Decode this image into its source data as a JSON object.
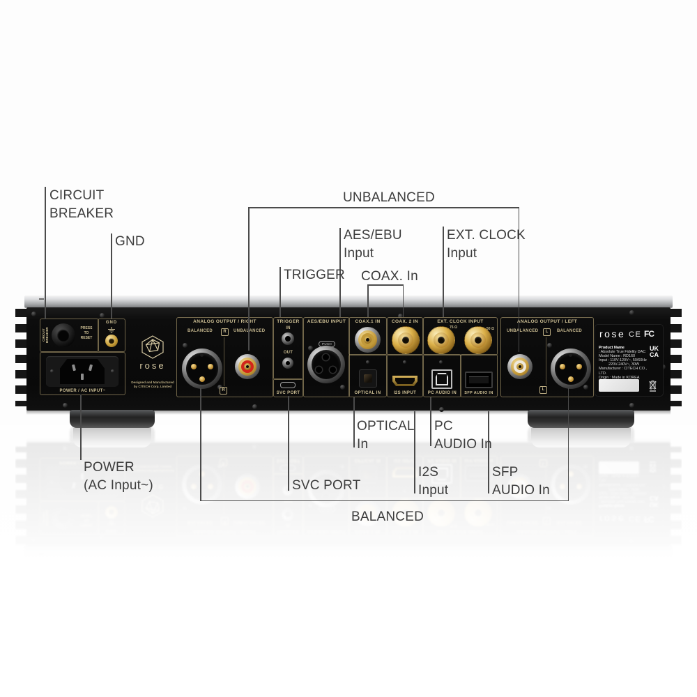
{
  "callouts": {
    "circuit_breaker": "CIRCUIT\nBREAKER",
    "gnd": "GND",
    "unbalanced": "UNBALANCED",
    "trigger": "TRIGGER",
    "aes_ebu": "AES/EBU\nInput",
    "coax": "COAX. In",
    "ext_clock": "EXT. CLOCK\nInput",
    "power": "POWER\n(AC Input~)",
    "svc_port": "SVC PORT",
    "optical": "OPTICAL\nIn",
    "pc_audio": "PC\nAUDIO In",
    "i2s": "I2S\nInput",
    "sfp_audio": "SFP\nAUDIO In",
    "balanced": "BALANCED"
  },
  "panel": {
    "circuit_breaker": {
      "side_label": "CIRCUIT\nBREAKER",
      "reset_label": "PRESS\nTO\nRESET"
    },
    "gnd": {
      "label": "GND"
    },
    "power": {
      "label": "POWER / AC INPUT~"
    },
    "brand": {
      "logo_text": "rose",
      "tagline": "Designed and Manufactured\nby CITECH Corp. Limited"
    },
    "analog_right": {
      "title": "ANALOG OUTPUT / RIGHT",
      "balanced": "BALANCED",
      "unbalanced": "UNBALANCED",
      "channel": "R"
    },
    "trigger": {
      "title": "TRIGGER",
      "in_label": "IN",
      "out_label": "OUT"
    },
    "svc": {
      "label": "SVC PORT"
    },
    "aes": {
      "title": "AES/EBU INPUT",
      "push": "PUSH"
    },
    "coax1": {
      "title": "COAX.1 IN"
    },
    "optical": {
      "label": "OPTICAL IN"
    },
    "coax2": {
      "title": "COAX. 2 IN"
    },
    "i2s": {
      "label": "I2S INPUT"
    },
    "ext_clock": {
      "title": "EXT. CLOCK INPUT",
      "ohm75": "75 Ω",
      "ohm50": "50 Ω"
    },
    "pc_audio": {
      "label": "PC AUDIO IN"
    },
    "sfp": {
      "label": "SFP AUDIO IN"
    },
    "analog_left": {
      "title": "ANALOG OUTPUT / LEFT",
      "unbalanced": "UNBALANCED",
      "balanced": "BALANCED",
      "channel": "L"
    }
  },
  "info": {
    "brand": "rose",
    "ce": "CE",
    "fcc": "FC",
    "product_name_label": "Product Name",
    "product_name": ": Absolute True Fidelity DAC",
    "model": "Model Name : RD160",
    "input1": "Input : 110V-120V~, 50/60Hz",
    "input2": "220V-240V~, 30W",
    "manufacturer": "Manufacturer : CITECH CO., LTD.",
    "origin": "Origin : Made in KOREA",
    "ukca": "UK\nCA"
  },
  "colors": {
    "accent_gold": "#cfc196",
    "panel_black": "#0b0b0b",
    "rca_red": "#d2261a",
    "rca_white": "#efe9dc",
    "callout_text": "#3c3c3c"
  }
}
